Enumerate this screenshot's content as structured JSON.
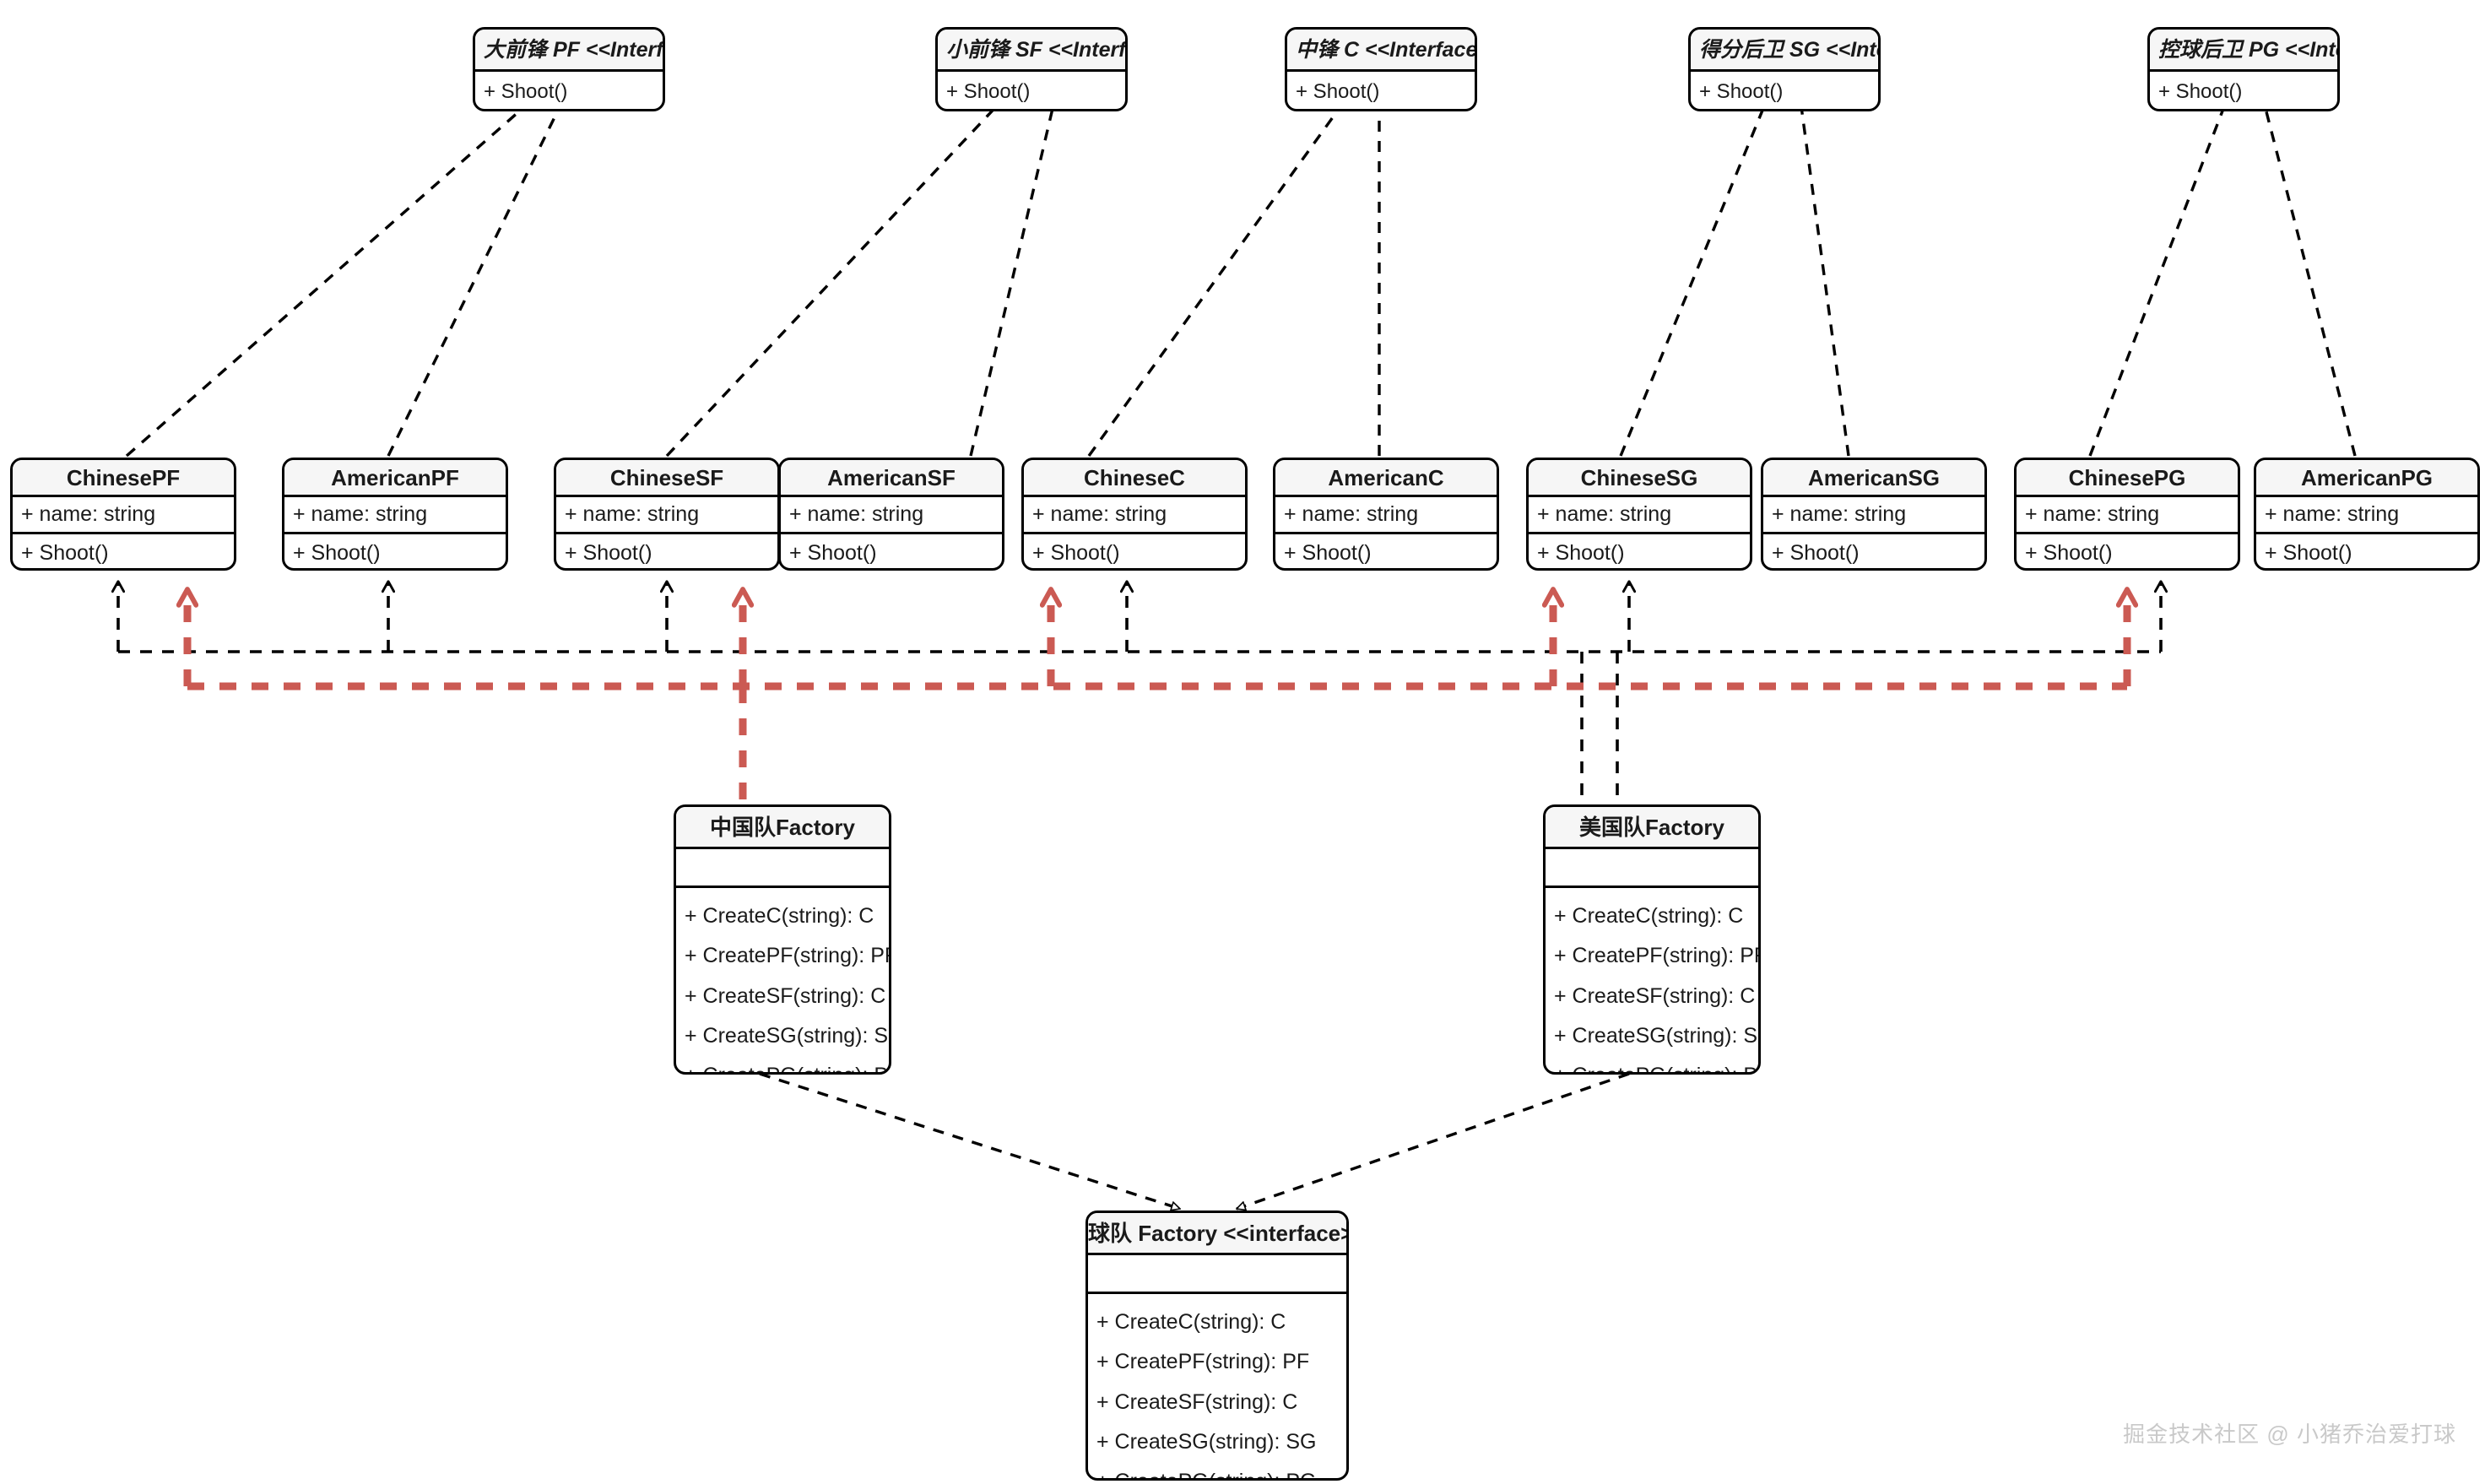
{
  "diagram": {
    "kind": "uml-class-diagram",
    "background": "#ffffff",
    "colors": {
      "stroke": "#000000",
      "box_fill": "#ffffff",
      "title_fill": "#f6f6f6",
      "highlight_red": "#cb5a53",
      "watermark": "#c9c9c9"
    }
  },
  "interfaces": [
    {
      "id": "pf",
      "title": "大前锋 PF <<Interface>>",
      "members": [
        "+ Shoot()"
      ]
    },
    {
      "id": "sf",
      "title": "小前锋 SF <<Interface>>",
      "members": [
        "+ Shoot()"
      ]
    },
    {
      "id": "c",
      "title": "中锋 C <<Interface>>",
      "members": [
        "+ Shoot()"
      ]
    },
    {
      "id": "sg",
      "title": "得分后卫 SG <<Interface>>",
      "members": [
        "+ Shoot()"
      ]
    },
    {
      "id": "pg",
      "title": "控球后卫 PG <<Interface>>",
      "members": [
        "+ Shoot()"
      ]
    }
  ],
  "classes": [
    {
      "id": "chinese-pf",
      "title": "ChinesePF",
      "attribute": "+ name: string",
      "operation": "+ Shoot()"
    },
    {
      "id": "american-pf",
      "title": "AmericanPF",
      "attribute": "+ name: string",
      "operation": "+ Shoot()"
    },
    {
      "id": "chinese-sf",
      "title": "ChineseSF",
      "attribute": "+ name: string",
      "operation": "+ Shoot()"
    },
    {
      "id": "american-sf",
      "title": "AmericanSF",
      "attribute": "+ name: string",
      "operation": "+ Shoot()"
    },
    {
      "id": "chinese-c",
      "title": "ChineseC",
      "attribute": "+ name: string",
      "operation": "+ Shoot()"
    },
    {
      "id": "american-c",
      "title": "AmericanC",
      "attribute": "+ name: string",
      "operation": "+ Shoot()"
    },
    {
      "id": "chinese-sg",
      "title": "ChineseSG",
      "attribute": "+ name: string",
      "operation": "+ Shoot()"
    },
    {
      "id": "american-sg",
      "title": "AmericanSG",
      "attribute": "+ name: string",
      "operation": "+ Shoot()"
    },
    {
      "id": "chinese-pg",
      "title": "ChinesePG",
      "attribute": "+ name: string",
      "operation": "+ Shoot()"
    },
    {
      "id": "american-pg",
      "title": "AmericanPG",
      "attribute": "+ name: string",
      "operation": "+ Shoot()"
    }
  ],
  "factories": [
    {
      "id": "china-factory",
      "title": "中国队Factory",
      "operations": [
        "+ CreateC(string): C",
        "+ CreatePF(string): PF",
        "+ CreateSF(string): C",
        "+ CreateSG(string): SG",
        "+ CreatePG(string): PG"
      ]
    },
    {
      "id": "usa-factory",
      "title": "美国队Factory",
      "operations": [
        "+ CreateC(string): C",
        "+ CreatePF(string): PF",
        "+ CreateSF(string): C",
        "+ CreateSG(string): SG",
        "+ CreatePG(string): PG"
      ]
    }
  ],
  "bottom_interface": {
    "id": "team-factory",
    "title": "球队 Factory <<interface>>",
    "operations": [
      "+ CreateC(string): C",
      "+ CreatePF(string): PF",
      "+ CreateSF(string): C",
      "+ CreateSG(string): SG",
      "+ CreatePG(string): PG"
    ]
  },
  "watermark": {
    "text": "掘金技术社区 @ 小猪乔治爱打球"
  }
}
